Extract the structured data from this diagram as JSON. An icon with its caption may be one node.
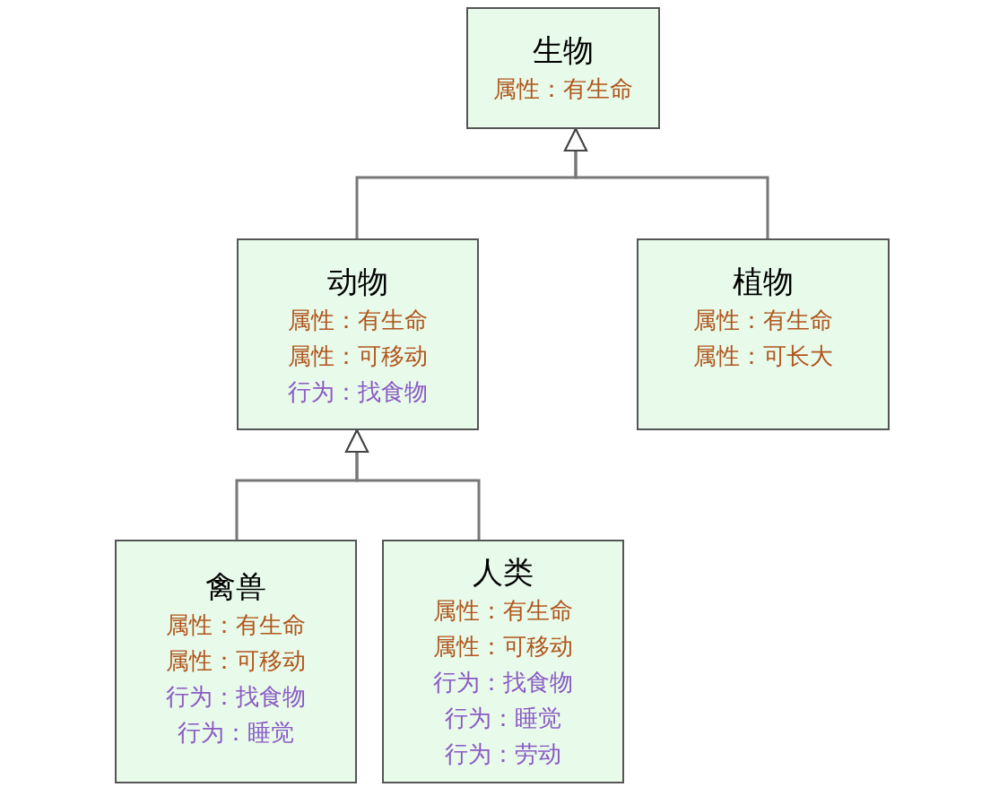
{
  "diagram": {
    "nodes": [
      {
        "text": [
          "生物",
          "属性：有生命"
        ]
      },
      {
        "text": [
          "动物",
          "属性：有生命",
          "属性：可移动",
          "行为：找食物"
        ]
      },
      {
        "text": [
          "植物",
          "属性：有生命",
          "属性：可长大"
        ]
      },
      {
        "text": [
          "禽兽",
          "属性：有生命",
          "属性：可移动",
          "行为：找食物",
          "行为：睡觉"
        ]
      },
      {
        "text": [
          "人类",
          "属性：有生命",
          "属性：可移动",
          "行为：找食物",
          "行为：睡觉",
          "行为：劳动"
        ]
      }
    ],
    "edges": [
      {
        "from": 1,
        "to": 0,
        "arrow": "to"
      },
      {
        "from": 2,
        "to": 0,
        "arrow": "to"
      },
      {
        "from": 3,
        "to": 1,
        "arrow": "to"
      },
      {
        "from": 4,
        "to": 1,
        "arrow": "to"
      }
    ]
  }
}
